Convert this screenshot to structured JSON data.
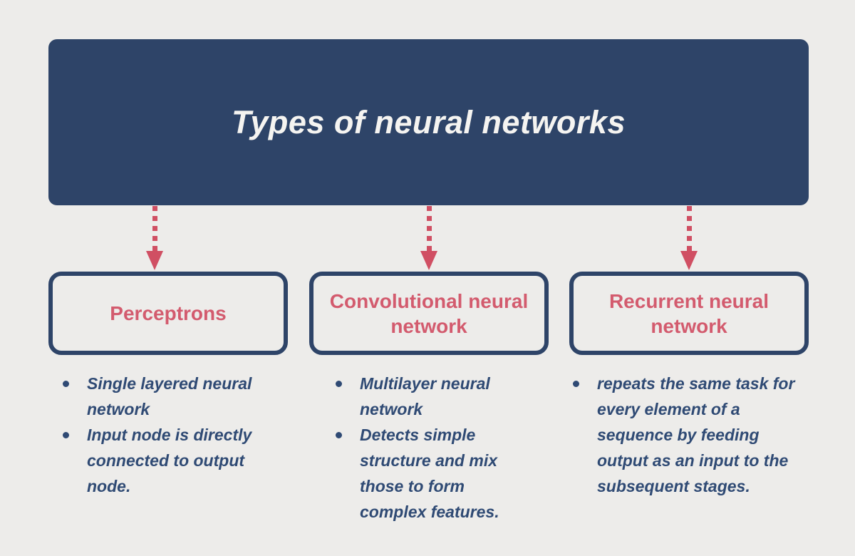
{
  "title": "Types of neural networks",
  "colors": {
    "background": "#edecea",
    "navy": "#2e4468",
    "pink_heading": "#d35b6e",
    "pink_arrow": "#d04f63",
    "bullet_text": "#2f4a74",
    "title_text": "#f5f4f1"
  },
  "nodes": [
    {
      "label": "Perceptrons",
      "bullets": [
        "Single layered neural network",
        "Input node is directly connected to output node."
      ]
    },
    {
      "label": "Convolutional neural network",
      "bullets": [
        "Multilayer neural network",
        "Detects simple structure and mix those to form complex features."
      ]
    },
    {
      "label": "Recurrent neural network",
      "bullets": [
        "repeats the same task for every element of a sequence by feeding output as an input to the subsequent stages."
      ]
    }
  ]
}
